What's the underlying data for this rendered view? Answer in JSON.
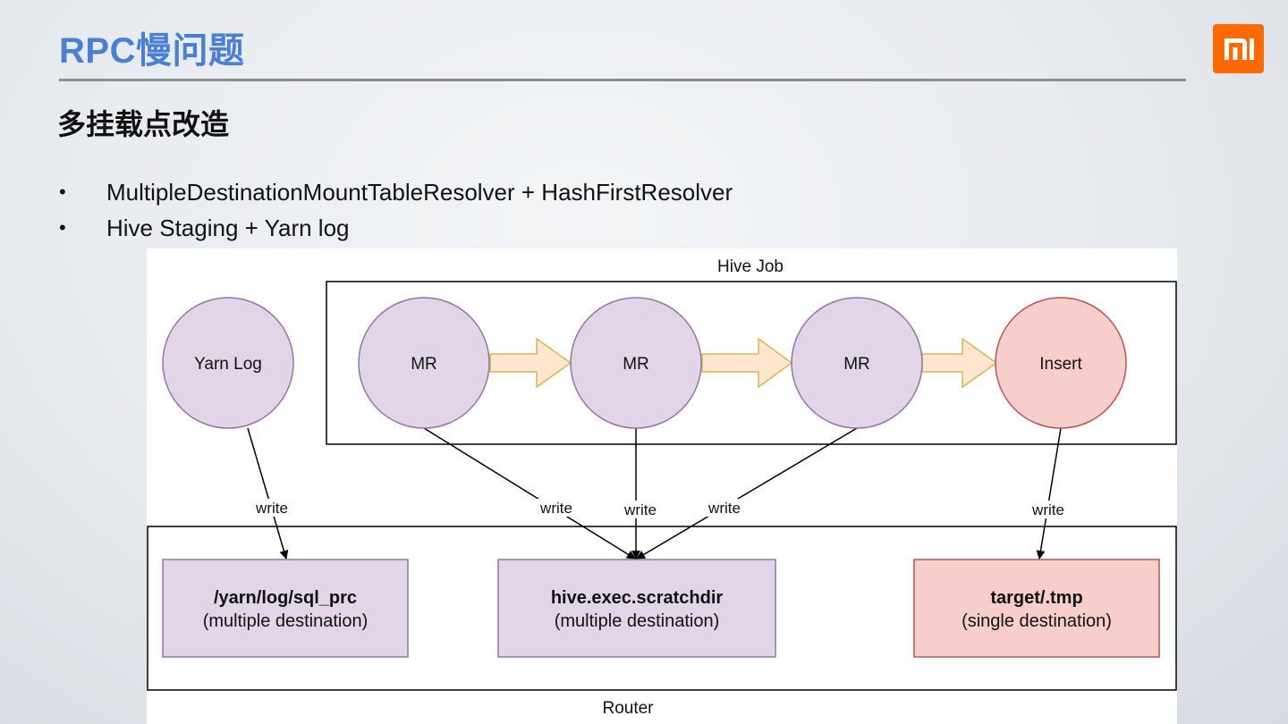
{
  "slide": {
    "title": "RPC慢问题",
    "subtitle": "多挂载点改造",
    "bullets": [
      {
        "marker": "•",
        "text": "MultipleDestinationMountTableResolver + HashFirstResolver"
      },
      {
        "marker": "•",
        "text": "Hive Staging + Yarn log"
      }
    ]
  },
  "logo": {
    "icon": "xiaomi-mi-logo",
    "color": "#ff6a00"
  },
  "colors": {
    "title_blue": "#4a7fd4",
    "purple_fill": "#e1d5e7",
    "purple_stroke": "#9673a6",
    "red_fill": "#f8cecc",
    "red_stroke": "#b85450",
    "arrow_fill": "#ffe6cc",
    "arrow_stroke": "#d6b656"
  },
  "diagram": {
    "hive_job_label": "Hive Job",
    "router_label": "Router",
    "nodes": {
      "yarn_log": "Yarn Log",
      "mr1": "MR",
      "mr2": "MR",
      "mr3": "MR",
      "insert": "Insert"
    },
    "destinations": {
      "yarn": {
        "path": "/yarn/log/sql_prc",
        "note": "(multiple destination)"
      },
      "scratch": {
        "path": "hive.exec.scratchdir",
        "note": "(multiple destination)"
      },
      "target": {
        "path": "target/.tmp",
        "note": "(single destination)"
      }
    },
    "edge_labels": {
      "yarn_write": "write",
      "mr1_write": "write",
      "mr2_write": "write",
      "mr3_write": "write",
      "insert_write": "write"
    }
  }
}
